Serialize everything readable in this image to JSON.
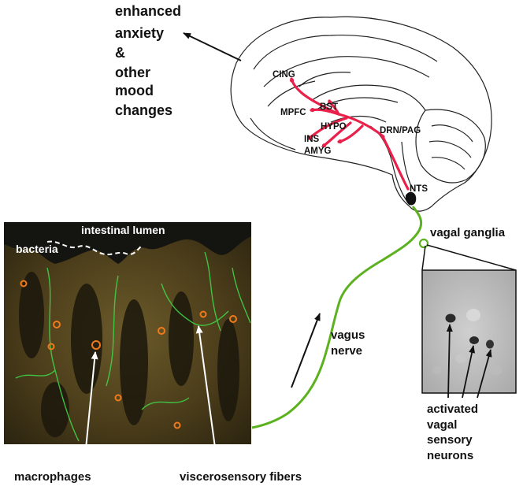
{
  "effect_label": [
    "enhanced",
    "anxiety",
    "&",
    "other",
    "mood",
    "changes"
  ],
  "brain_regions": [
    "CING",
    "MPFC",
    "BST",
    "HYPO",
    "INS",
    "AMYG",
    "DRN/PAG",
    "NTS"
  ],
  "micrograph_labels": {
    "lumen": "intestinal lumen",
    "bacteria": "bacteria"
  },
  "vagal_ganglia_label": "vagal ganglia",
  "vagus_label": [
    "vagus",
    "nerve"
  ],
  "neurons_label": [
    "activated",
    "vagal",
    "sensory",
    "neurons"
  ],
  "macrophages_label": "macrophages",
  "fibers_label": "viscerosensory fibers",
  "colors": {
    "pathway_red": "#e8204a",
    "vagus_green": "#5cb11f",
    "lumen_dark": "#141410"
  }
}
